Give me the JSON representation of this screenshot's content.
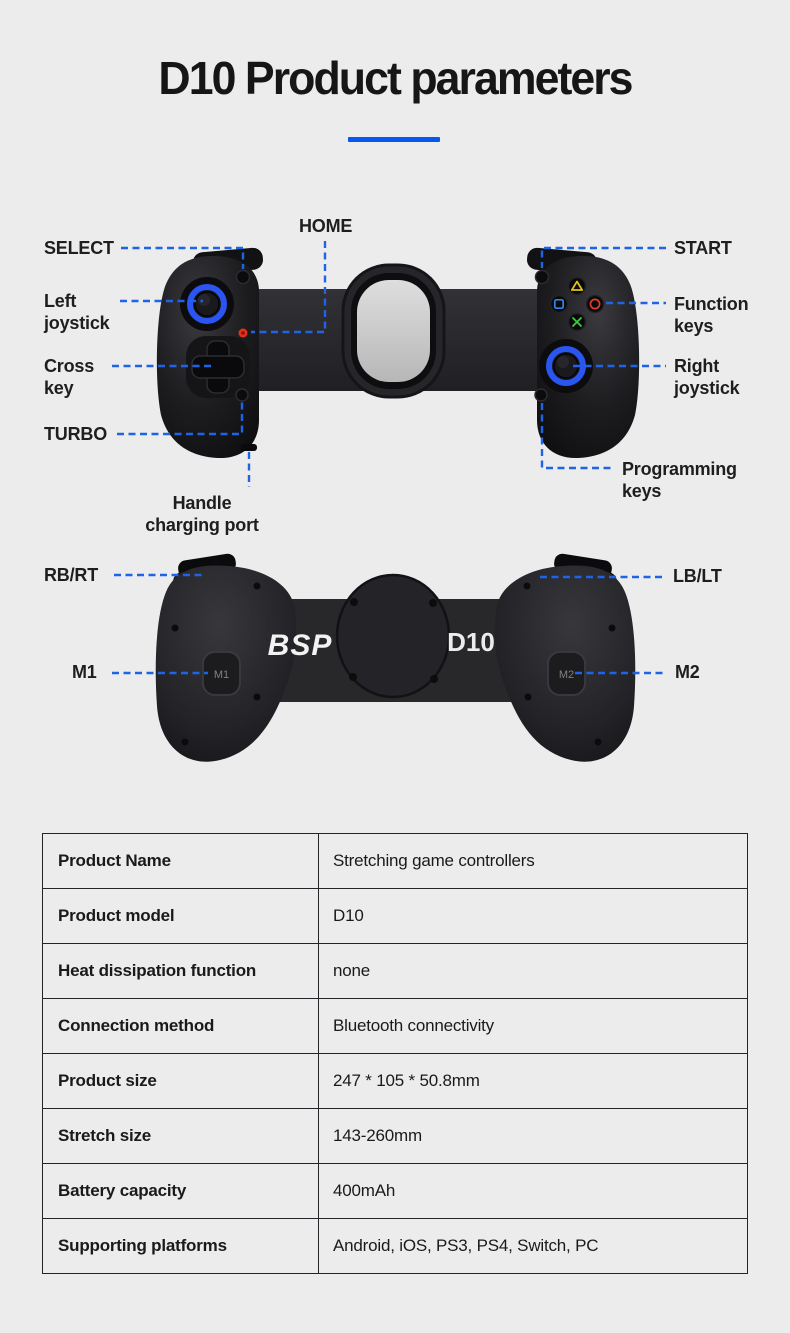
{
  "header": {
    "title": "D10 Product parameters"
  },
  "colors": {
    "background": "#ececec",
    "title_underline": "#0757f2",
    "callout_dash_blue": "#1f64e6",
    "joystick_ring_blue": "#2b55f0",
    "home_led_red": "#e5311c",
    "btn_triangle_yellow": "#e2c31d",
    "btn_square_blue": "#2f86e8",
    "btn_circle_red": "#e23a2e",
    "btn_cross_green": "#38cf3a"
  },
  "diagram": {
    "front_view": {
      "labels": {
        "select": {
          "lines": [
            "SELECT"
          ]
        },
        "home": {
          "lines": [
            "HOME"
          ]
        },
        "left_joystick": {
          "lines": [
            "Left",
            "joystick"
          ]
        },
        "cross_key": {
          "lines": [
            "Cross",
            "key"
          ]
        },
        "turbo": {
          "lines": [
            "TURBO"
          ]
        },
        "handle_charging_port": {
          "lines": [
            "Handle",
            "charging port"
          ]
        },
        "start": {
          "lines": [
            "START"
          ]
        },
        "function_keys": {
          "lines": [
            "Function",
            "keys"
          ]
        },
        "right_joystick": {
          "lines": [
            "Right",
            "joystick"
          ]
        },
        "programming_keys": {
          "lines": [
            "Programming",
            "keys"
          ]
        }
      }
    },
    "back_view": {
      "labels": {
        "rb_rt": {
          "lines": [
            "RB/RT"
          ]
        },
        "lb_lt": {
          "lines": [
            "LB/LT"
          ]
        },
        "m1": {
          "lines": [
            "M1"
          ]
        },
        "m2": {
          "lines": [
            "M2"
          ]
        }
      }
    },
    "device_text": {
      "brand_logo": "BSP",
      "model_print": "D10",
      "m1_button": "M1",
      "m2_button": "M2"
    }
  },
  "table": {
    "rows": [
      {
        "label": "Product Name",
        "value": "Stretching game controllers"
      },
      {
        "label": "Product model",
        "value": "D10"
      },
      {
        "label": "Heat dissipation function",
        "value": "none"
      },
      {
        "label": "Connection method",
        "value": "Bluetooth connectivity"
      },
      {
        "label": "Product size",
        "value": "247 * 105 * 50.8mm"
      },
      {
        "label": "Stretch size",
        "value": "143-260mm"
      },
      {
        "label": "Battery capacity",
        "value": "400mAh"
      },
      {
        "label": "Supporting platforms",
        "value": "Android, iOS, PS3, PS4, Switch, PC"
      }
    ]
  }
}
